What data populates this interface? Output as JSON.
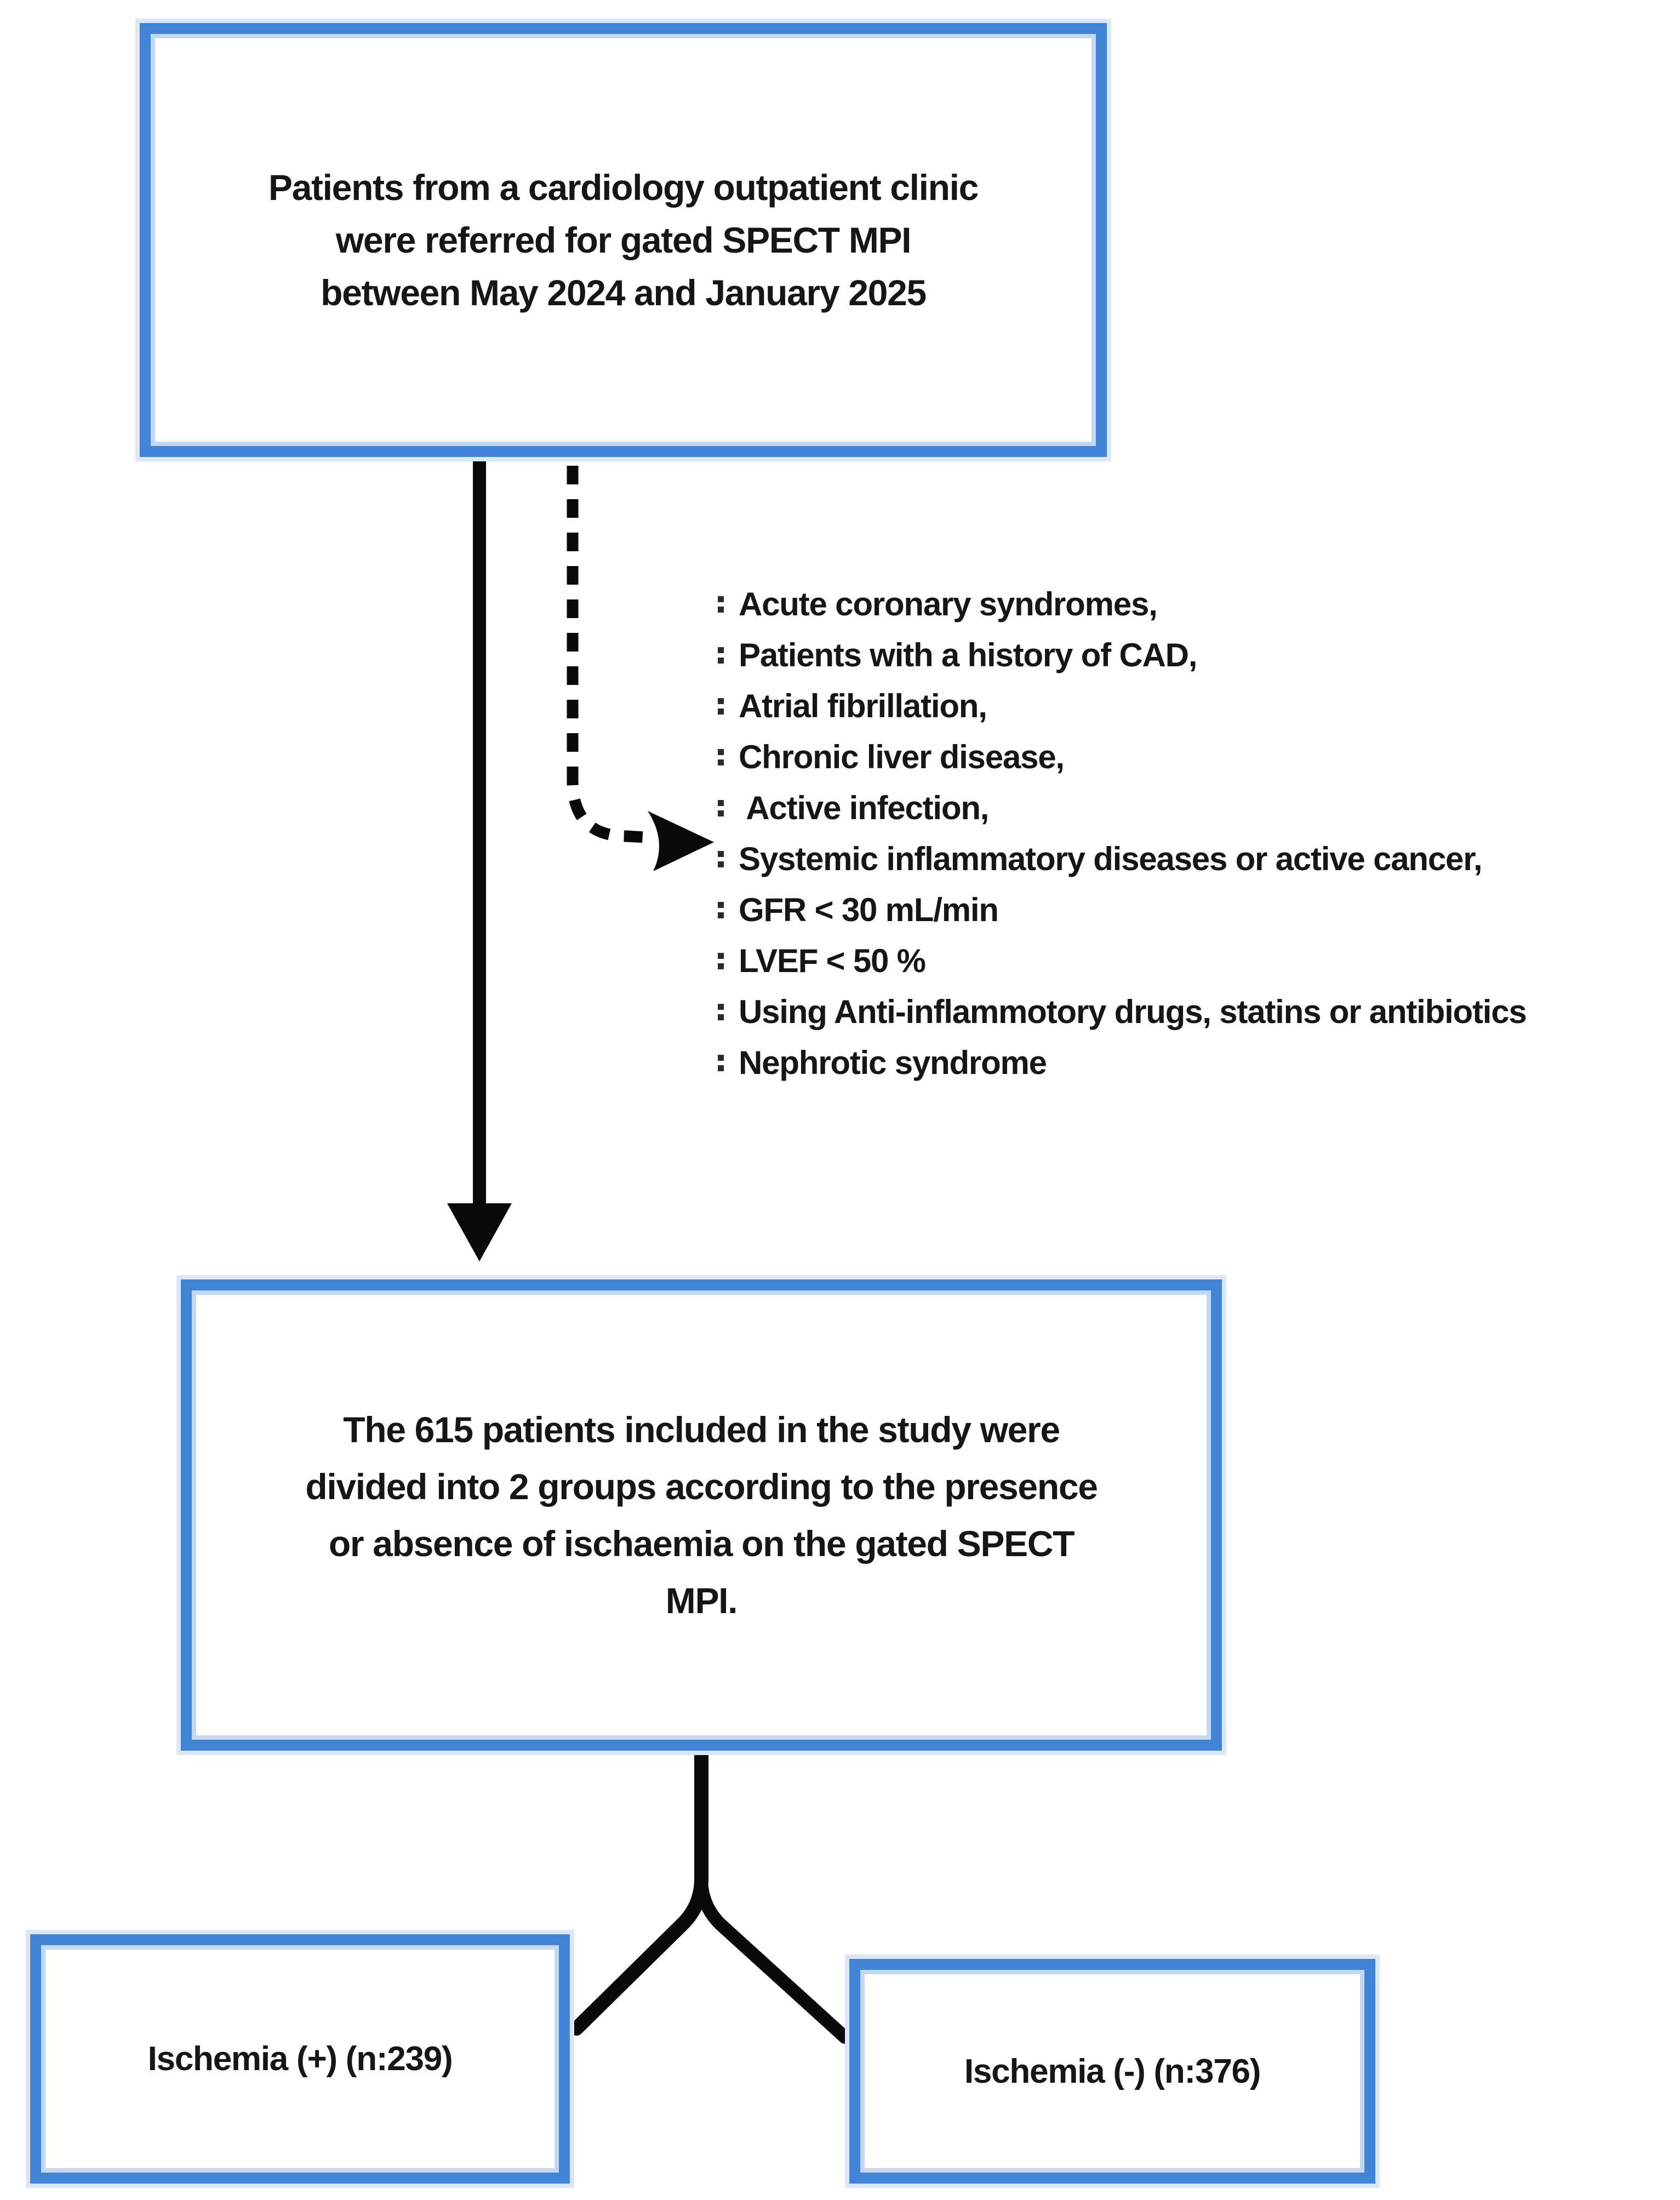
{
  "figure": {
    "background_color": "#ffffff",
    "box_border_color": "#4183d5",
    "box_border_halo_color": "#c5d8f3",
    "text_color": "#161616",
    "connector_color": "#0a0a0a"
  },
  "top_box": {
    "lines": [
      "Patients from a cardiology outpatient clinic",
      "were referred for gated SPECT MPI",
      "between May 2024 and January 2025"
    ]
  },
  "exclusions": {
    "items": [
      "Acute coronary syndromes,",
      "Patients with a history of CAD,",
      "Atrial fibrillation,",
      "Chronic liver disease,",
      " Active infection,",
      "Systemic inflammatory diseases or active cancer,",
      "GFR < 30 mL/min",
      "LVEF < 50 %",
      "Using Anti-inflammotory drugs, statins or antibiotics",
      "Nephrotic syndrome"
    ]
  },
  "middle_box": {
    "lines": [
      "The 615 patients included in the study were",
      "divided into 2 groups according to the presence",
      "or absence of ischaemia on the gated SPECT",
      "MPI."
    ]
  },
  "bottom_left_box": {
    "label": "Ischemia (+) (n:239)"
  },
  "bottom_right_box": {
    "label": "Ischemia (-) (n:376)"
  }
}
